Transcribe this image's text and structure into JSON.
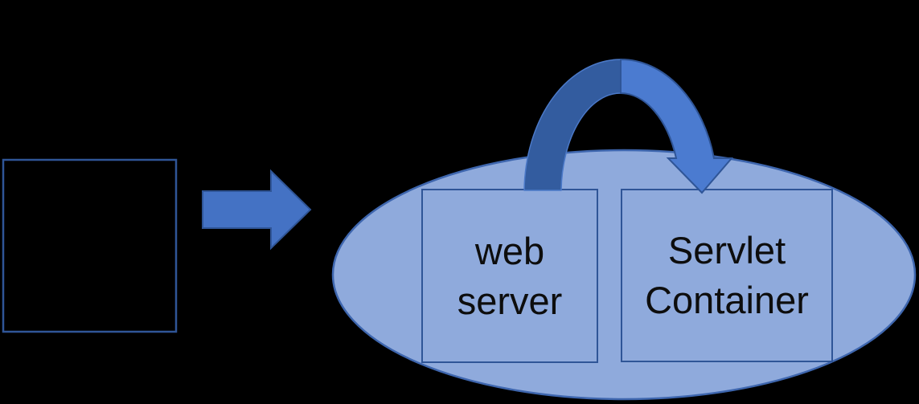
{
  "diagram": {
    "background": "#000000",
    "nodes": {
      "client_square": {
        "label": ""
      },
      "web_server": {
        "label": "web\nserver"
      },
      "servlet_container": {
        "label": "Servlet\nContainer"
      }
    },
    "icons": {
      "right_block_arrow": "right-arrow",
      "curved_arrow": "curved-over-arrow"
    },
    "colors": {
      "background": "#000000",
      "ellipse_fill": "#8FAADC",
      "ellipse_stroke": "#3E66AE",
      "box_fill": "#8FAADC",
      "box_stroke": "#2F5597",
      "square_stroke": "#2F5597",
      "block_arrow_fill": "#4472C4",
      "block_arrow_stroke": "#2F5597",
      "curved_arrow_back_fill": "#335C9F",
      "curved_arrow_front_fill": "#4B7BD0",
      "label_text": "#0D0D0D"
    }
  }
}
